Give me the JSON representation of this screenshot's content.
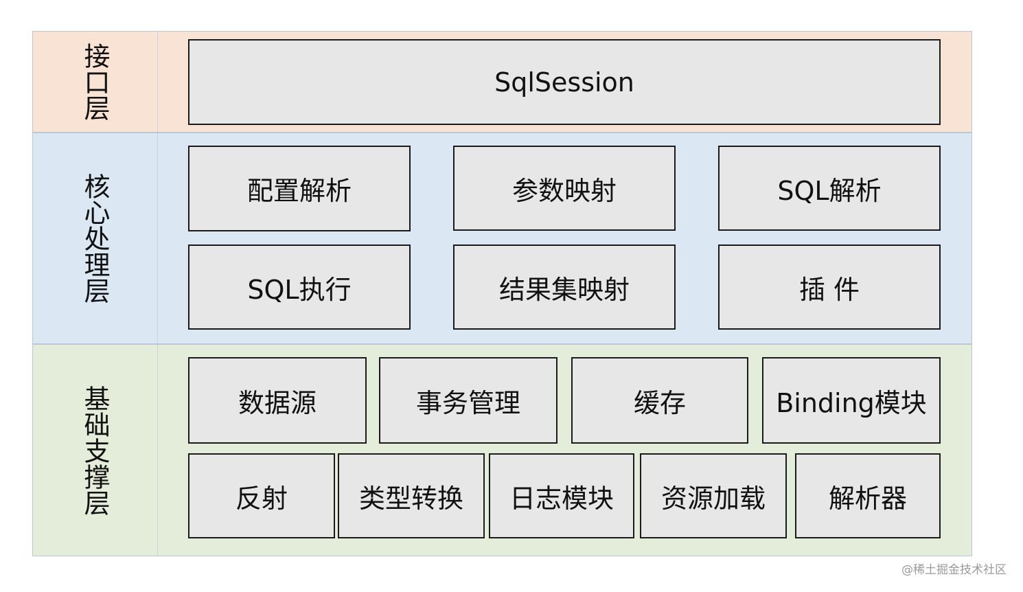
{
  "layers": {
    "interface": {
      "label": "接口层",
      "modules": [
        "SqlSession"
      ]
    },
    "core": {
      "label": "核心处理层",
      "modules": [
        "配置解析",
        "参数映射",
        "SQL解析",
        "SQL执行",
        "结果集映射",
        "插 件"
      ]
    },
    "base": {
      "label": "基础支撑层",
      "modules": [
        "数据源",
        "事务管理",
        "缓存",
        "Binding模块",
        "反射",
        "类型转换",
        "日志模块",
        "资源加载",
        "解析器"
      ]
    }
  },
  "colors": {
    "interface_bg": "#f9e3d4",
    "core_bg": "#dce7f4",
    "base_bg": "#e3edd9",
    "box_bg": "#e7e7e7",
    "box_border": "#1a1a1a"
  },
  "watermark": "@稀土掘金技术社区"
}
